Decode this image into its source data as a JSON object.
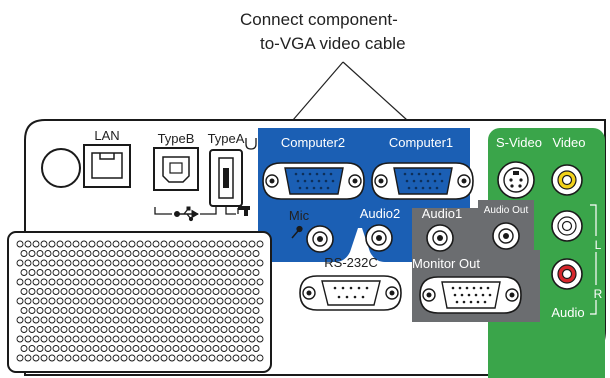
{
  "callout": {
    "line1": "Connect component-",
    "line2": "to-VGA video cable"
  },
  "ports": {
    "lan": "LAN",
    "typeb": "TypeB",
    "typea": "TypeA",
    "computer2": "Computer2",
    "computer1": "Computer1",
    "svideo": "S-Video",
    "video": "Video",
    "mic": "Mic",
    "audio2": "Audio2",
    "audio1": "Audio1",
    "audio_out": "Audio Out",
    "monitor_out": "Monitor Out",
    "rs232c": "RS-232C",
    "audio": "Audio",
    "left": "L",
    "right": "R"
  },
  "colors": {
    "computer_panel": "#1b5fb4",
    "video_panel": "#3aa54a",
    "monitor_panel": "#6b6d70",
    "outline": "#1a1a1a",
    "video_jack": "#f2d21b",
    "audio_r_jack": "#d6262b"
  },
  "icons": {
    "usb": "usb-icon",
    "mic": "microphone-icon",
    "usb_a": "usb-a-icon"
  }
}
